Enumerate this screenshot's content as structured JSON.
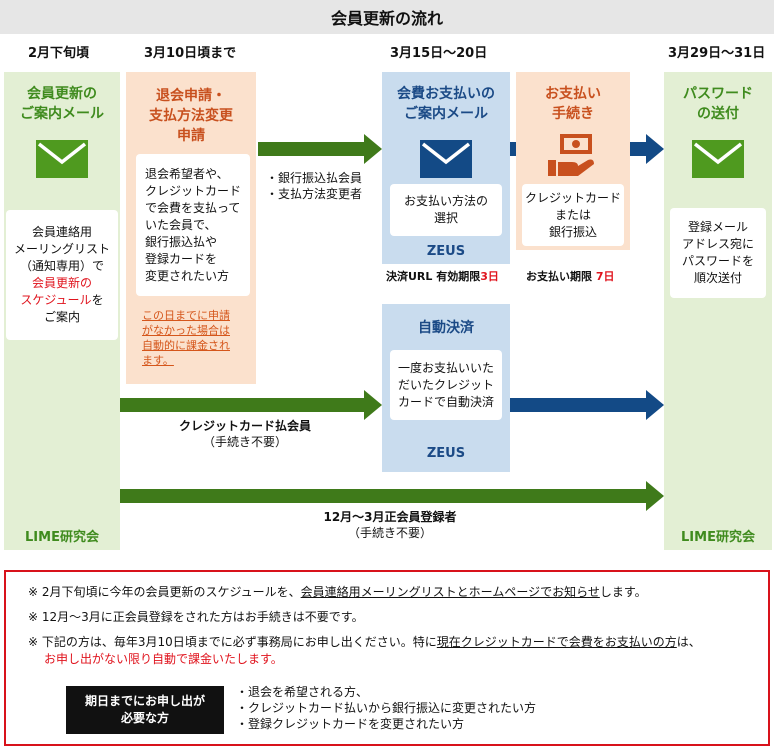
{
  "title": "会員更新の流れ",
  "headers": [
    "2月下旬頃",
    "3月10日頃まで",
    "3月15日〜20日",
    "3月29日〜31日"
  ],
  "col1": {
    "title_line1": "会員更新の",
    "title_line2": "ご案内メール",
    "text_line1": "会員連絡用",
    "text_line2": "メーリングリスト",
    "text_line3": "（通知専用）で",
    "text_red1": "会員更新の",
    "text_red2": "スケジュール",
    "text_suffix": "を",
    "text_line6": "ご案内",
    "footer": "LIME研究会"
  },
  "col2": {
    "title_line1": "退会申請・",
    "title_line2": "支払方法変更",
    "title_line3": "申請",
    "text": [
      "退会希望者や、",
      "クレジットカード",
      "で会費を支払って",
      "いた会員で、",
      "銀行振込払や",
      "登録カードを",
      "変更されたい方"
    ],
    "note": [
      "この日までに申請",
      "がなかった場合は",
      "自動的に課金され",
      "ます。"
    ]
  },
  "branch_labels": [
    "・銀行振込払会員",
    "・支払方法変更者"
  ],
  "col3": {
    "title_line1": "会費お支払いの",
    "title_line2": "ご案内メール",
    "text": [
      "お支払い方法の",
      "選択"
    ],
    "zeus": "ZEUS",
    "deadline_prefix": "決済URL 有効期限",
    "deadline_days": "3日"
  },
  "col4": {
    "title_line1": "お支払い",
    "title_line2": "手続き",
    "text": [
      "クレジットカード",
      "または",
      "銀行振込"
    ],
    "deadline_prefix": "お支払い期限 ",
    "deadline_days": "7日"
  },
  "auto": {
    "title": "自動決済",
    "text": [
      "一度お支払いいた",
      "だいたクレジット",
      "カードで自動決済"
    ],
    "zeus": "ZEUS"
  },
  "credit_label": {
    "line1": "クレジットカード払会員",
    "line2": "（手続き不要）"
  },
  "regular_label": {
    "line1": "12月〜3月正会員登録者",
    "line2": "（手続き不要）"
  },
  "col5": {
    "title_line1": "パスワード",
    "title_line2": "の送付",
    "text": [
      "登録メール",
      "アドレス宛に",
      "パスワードを",
      "順次送付"
    ],
    "footer": "LIME研究会"
  },
  "notes": {
    "n1_a": "※ 2月下旬頃に今年の会員更新のスケジュールを、",
    "n1_u": "会員連絡用メーリングリストとホームページでお知らせ",
    "n1_b": "します。",
    "n2": "※ 12月〜3月に正会員登録をされた方はお手続きは不要です。",
    "n3_a": "※ 下記の方は、毎年3月10日頃までに必ず事務局にお申し出ください。特に",
    "n3_u": "現在クレジットカードで会費をお支払いの方",
    "n3_b": "は、",
    "n3_red": "お申し出がない限り自動で課金いたします。",
    "box_line1": "期日までにお申し出が",
    "box_line2": "必要な方",
    "bullets": [
      "・退会を希望される方、",
      "・クレジットカード払いから銀行振込に変更されたい方",
      "・登録クレジットカードを変更されたい方"
    ]
  },
  "colors": {
    "green": "#3f8b1e",
    "navy": "#134a86",
    "accent_red": "#e0141e",
    "orange": "#d5561b",
    "border_red": "#d8121b"
  },
  "icons": [
    "envelope-icon",
    "envelope-icon",
    "money-hand-icon",
    "envelope-icon"
  ]
}
